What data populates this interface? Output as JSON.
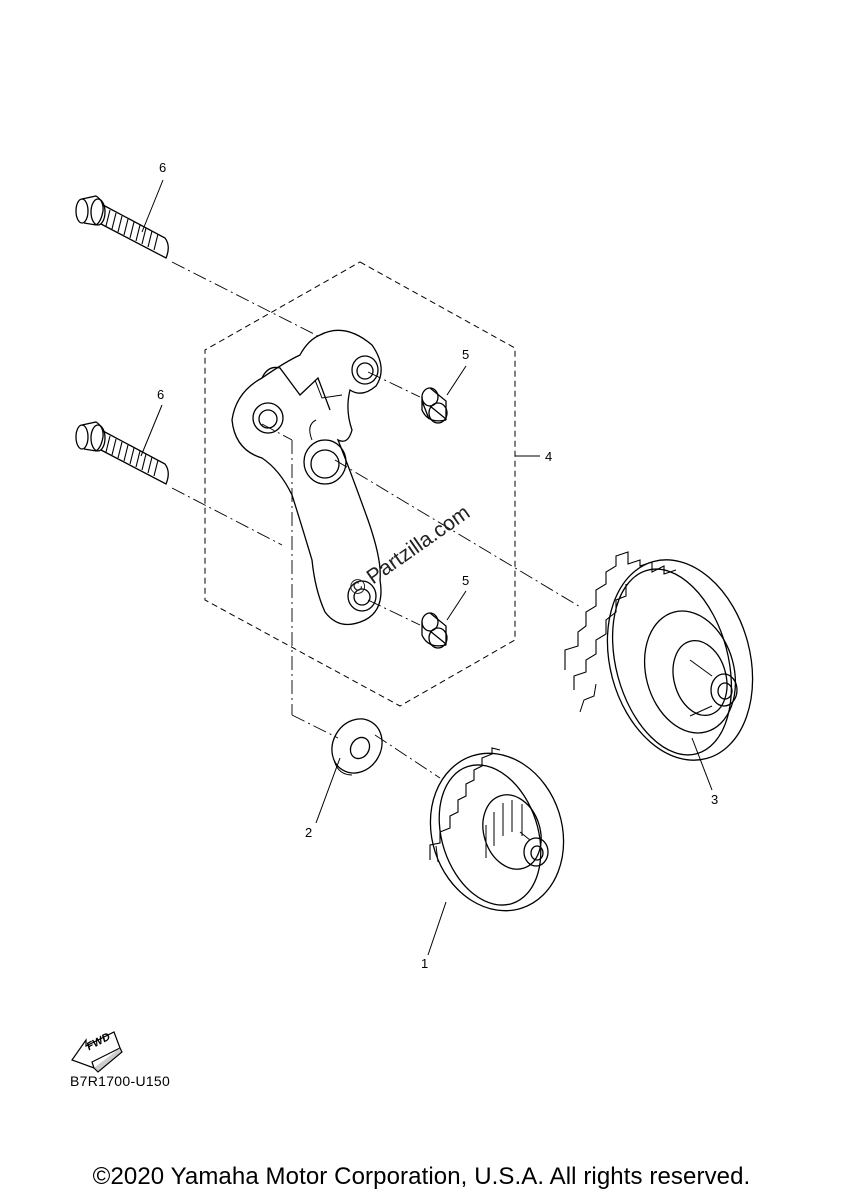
{
  "callouts": [
    {
      "id": "c1",
      "text": "1"
    },
    {
      "id": "c2",
      "text": "2"
    },
    {
      "id": "c3",
      "text": "3"
    },
    {
      "id": "c4",
      "text": "4"
    },
    {
      "id": "c5a",
      "text": "5"
    },
    {
      "id": "c5b",
      "text": "5"
    },
    {
      "id": "c6a",
      "text": "6"
    },
    {
      "id": "c6b",
      "text": "6"
    }
  ],
  "fwd_label": "FWD",
  "diagram_code": "B7R1700-U150",
  "watermark": "© Partzilla.com",
  "copyright": "©2020 Yamaha Motor Corporation, U.S.A. All rights reserved."
}
